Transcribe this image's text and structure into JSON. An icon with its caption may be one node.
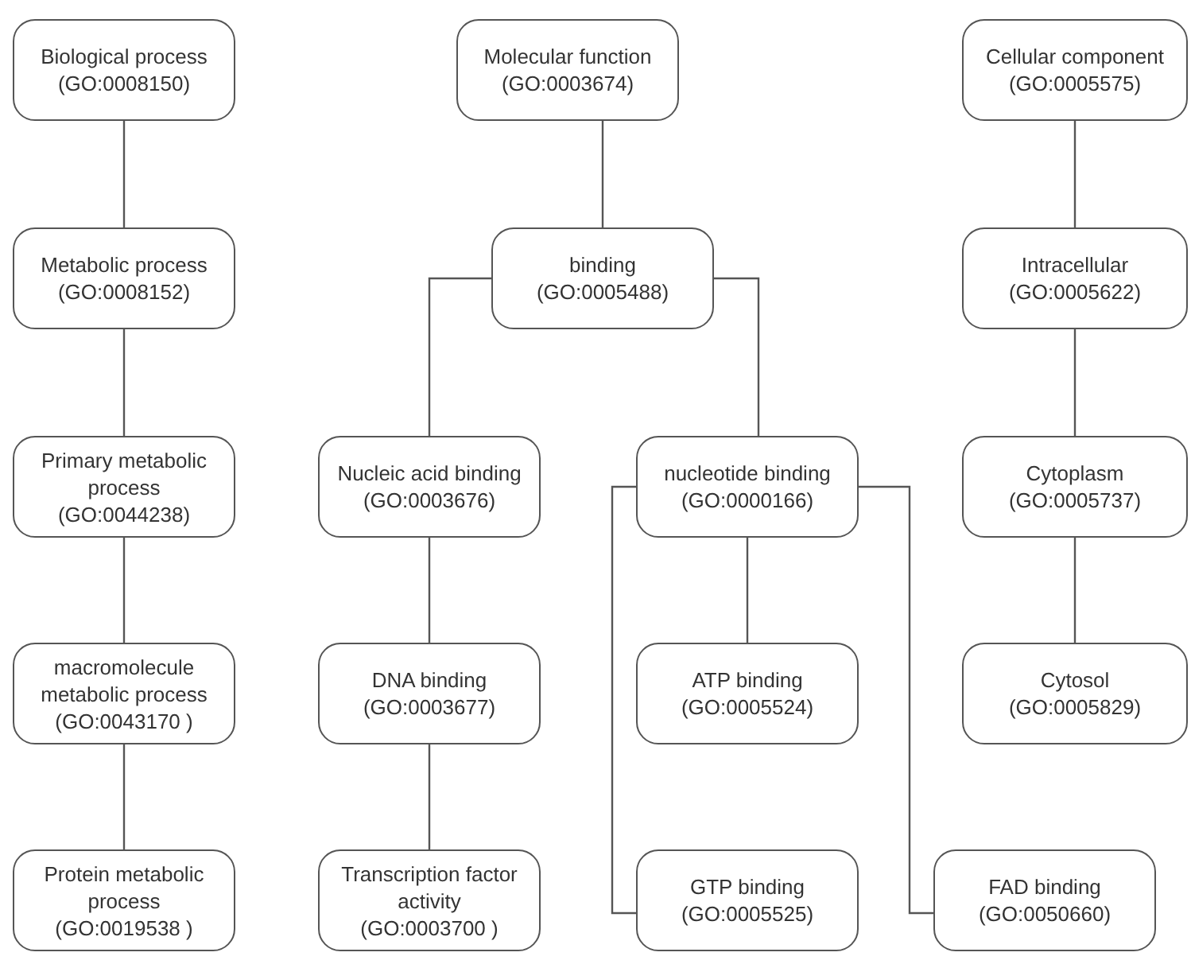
{
  "diagram": {
    "nodes": [
      {
        "text": [
          "Biological process",
          "(GO:0008150)"
        ]
      },
      {
        "text": [
          "Molecular function",
          "(GO:0003674)"
        ]
      },
      {
        "text": [
          "Cellular component",
          "(GO:0005575)"
        ]
      },
      {
        "text": [
          "Metabolic process",
          "(GO:0008152)"
        ]
      },
      {
        "text": [
          "binding",
          "(GO:0005488)"
        ]
      },
      {
        "text": [
          "Intracellular",
          "(GO:0005622)"
        ]
      },
      {
        "text": [
          "Primary metabolic process",
          "(GO:0044238)"
        ]
      },
      {
        "text": [
          "Nucleic acid binding",
          "(GO:0003676)"
        ]
      },
      {
        "text": [
          "nucleotide binding",
          "(GO:0000166)"
        ]
      },
      {
        "text": [
          "Cytoplasm",
          "(GO:0005737)"
        ]
      },
      {
        "text": [
          "macromolecule metabolic process",
          "(GO:0043170 )"
        ]
      },
      {
        "text": [
          "DNA binding",
          "(GO:0003677)"
        ]
      },
      {
        "text": [
          "ATP binding",
          "(GO:0005524)"
        ]
      },
      {
        "text": [
          "Cytosol",
          "(GO:0005829)"
        ]
      },
      {
        "text": [
          "Protein metabolic process",
          "(GO:0019538 )"
        ]
      },
      {
        "text": [
          "Transcription factor activity",
          "(GO:0003700 )"
        ]
      },
      {
        "text": [
          "GTP binding",
          "(GO:0005525)"
        ]
      },
      {
        "text": [
          "FAD binding",
          "(GO:0050660)"
        ]
      }
    ],
    "edges": [
      {
        "from": 0,
        "to": 3,
        "arrow": "none"
      },
      {
        "from": 3,
        "to": 6,
        "arrow": "none"
      },
      {
        "from": 6,
        "to": 10,
        "arrow": "none"
      },
      {
        "from": 10,
        "to": 14,
        "arrow": "none"
      },
      {
        "from": 1,
        "to": 4,
        "arrow": "none"
      },
      {
        "from": 4,
        "to": 7,
        "arrow": "none"
      },
      {
        "from": 4,
        "to": 8,
        "arrow": "none"
      },
      {
        "from": 7,
        "to": 11,
        "arrow": "none"
      },
      {
        "from": 11,
        "to": 15,
        "arrow": "none"
      },
      {
        "from": 8,
        "to": 12,
        "arrow": "none"
      },
      {
        "from": 8,
        "to": 16,
        "arrow": "none"
      },
      {
        "from": 8,
        "to": 17,
        "arrow": "none"
      },
      {
        "from": 2,
        "to": 5,
        "arrow": "none"
      },
      {
        "from": 5,
        "to": 9,
        "arrow": "none"
      },
      {
        "from": 9,
        "to": 13,
        "arrow": "none"
      }
    ]
  }
}
